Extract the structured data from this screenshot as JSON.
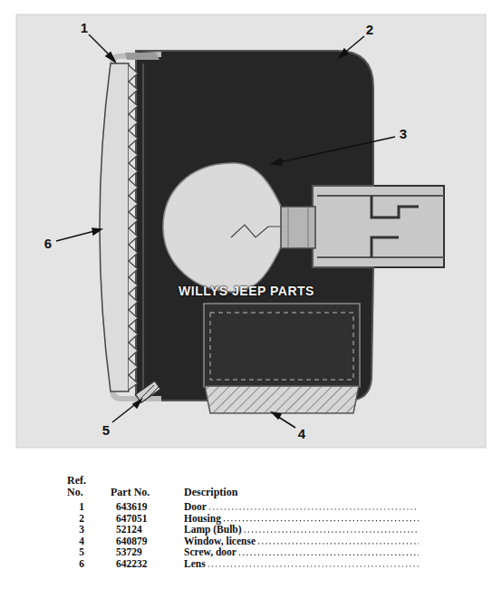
{
  "diagram": {
    "labels": [
      "1",
      "2",
      "3",
      "4",
      "5",
      "6",
      "WILLYS JEEP PARTS",
      "Ref. No.",
      "Part No.",
      "Description",
      "1",
      "643619",
      "Door",
      "2",
      "647051",
      "Housing",
      "3",
      "52124",
      "Lamp (Bulb)",
      "4",
      "640879",
      "Window, license",
      "5",
      "53729",
      "Screw, door",
      "6",
      "642232",
      "Lens"
    ]
  }
}
